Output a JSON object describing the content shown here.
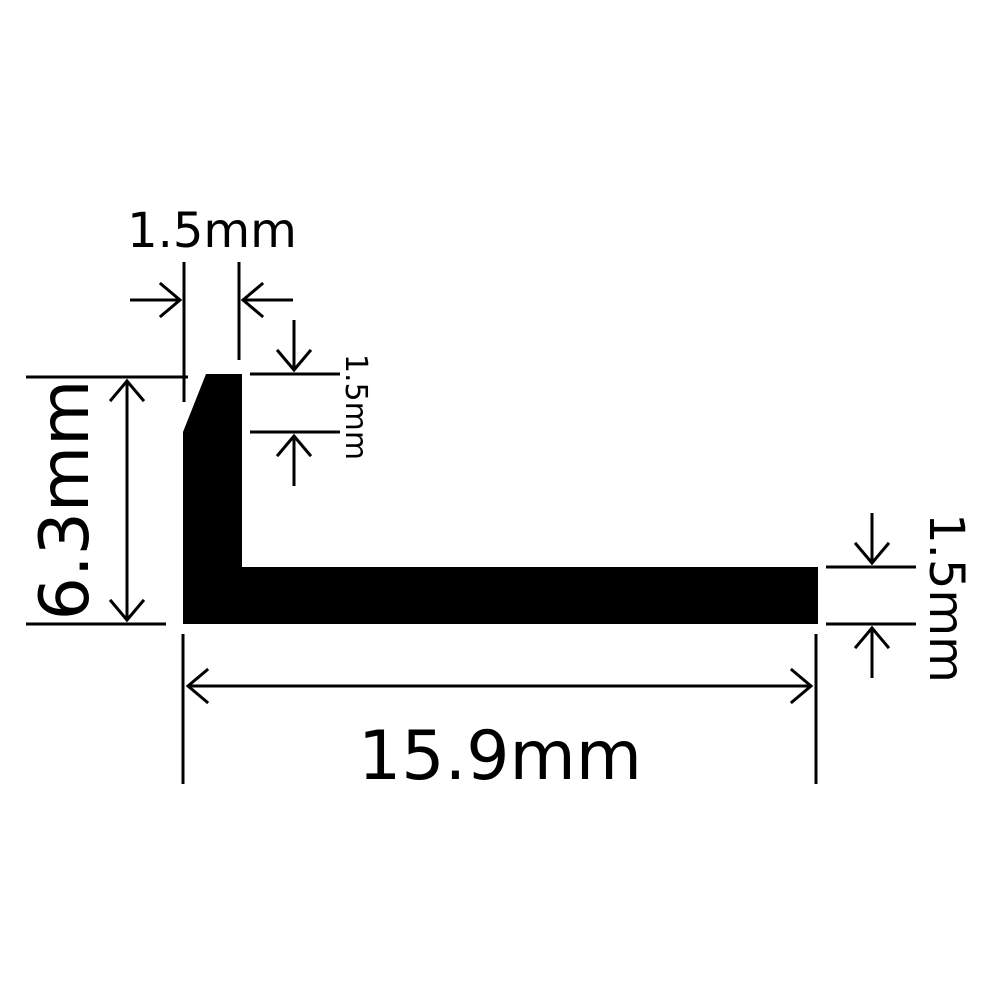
{
  "colors": {
    "background": "#ffffff",
    "ink": "#000000"
  },
  "dimensions": {
    "top_width": "1.5mm",
    "chamfer_height": "1.5mm",
    "total_height": "6.3mm",
    "base_thickness": "1.5mm",
    "total_length": "15.9mm"
  }
}
